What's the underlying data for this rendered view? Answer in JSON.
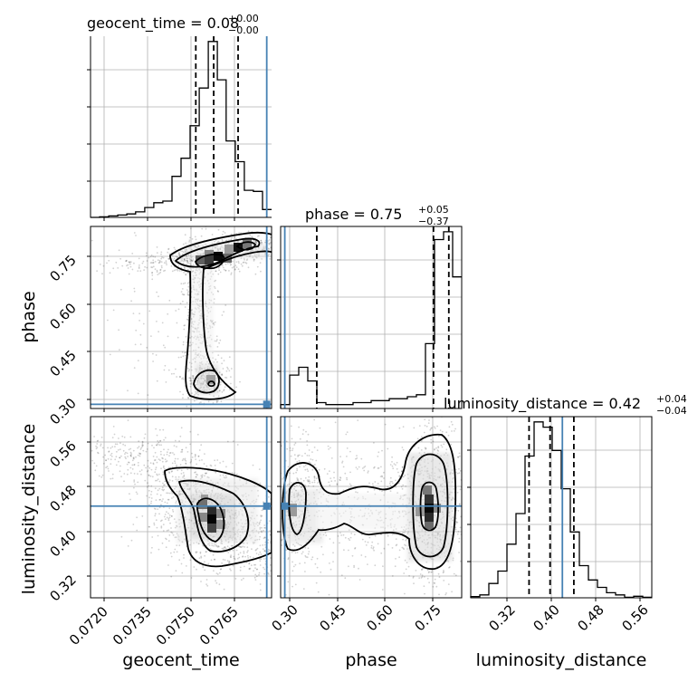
{
  "colors": {
    "truth": "#4682b4",
    "hist": "#000000",
    "grid": "#b0b0b0"
  },
  "chart_data": {
    "type": "corner",
    "parameters": [
      "geocent_time",
      "phase",
      "luminosity_distance"
    ],
    "axis_labels": {
      "geocent_time": "geocent_time",
      "phase": "phase",
      "luminosity_distance": "luminosity_distance"
    },
    "titles": {
      "geocent_time": {
        "main": "geocent_time = 0.08",
        "sup": "+0.00",
        "sub": "−0.00"
      },
      "phase": {
        "main": "phase = 0.75",
        "sup": "+0.05",
        "sub": "−0.37"
      },
      "luminosity_distance": {
        "main": "luminosity_distance = 0.42",
        "sup": "+0.04",
        "sub": "−0.04"
      }
    },
    "ranges": {
      "geocent_time": [
        0.07137,
        0.07775
      ],
      "phase": [
        0.27,
        0.84
      ],
      "luminosity_distance": [
        0.28,
        0.605
      ]
    },
    "ticks": {
      "geocent_time": [
        0.072,
        0.0735,
        0.075,
        0.0765
      ],
      "phase": [
        0.3,
        0.45,
        0.6,
        0.75
      ],
      "luminosity_distance": [
        0.32,
        0.4,
        0.48,
        0.56
      ]
    },
    "tick_labels": {
      "geocent_time": [
        "0.0720",
        "0.0735",
        "0.0750",
        "0.0765"
      ],
      "phase": [
        "0.30",
        "0.45",
        "0.60",
        "0.75"
      ],
      "luminosity_distance": [
        "0.32",
        "0.40",
        "0.48",
        "0.56"
      ]
    },
    "truths": {
      "geocent_time": 0.07758,
      "phase": 0.2831,
      "luminosity_distance": 0.4445
    },
    "quantiles": {
      "geocent_time": [
        0.07508,
        0.07571,
        0.07657
      ],
      "phase": [
        0.3838,
        0.7512,
        0.7995
      ],
      "luminosity_distance": [
        0.3847,
        0.4224,
        0.4651
      ]
    },
    "histograms": {
      "geocent_time": {
        "edges": [
          0.07137,
          0.07169,
          0.07201,
          0.07233,
          0.07265,
          0.07296,
          0.07328,
          0.0736,
          0.07392,
          0.07424,
          0.07456,
          0.07488,
          0.0752,
          0.07552,
          0.07584,
          0.07615,
          0.07647,
          0.07679,
          0.07711,
          0.07743,
          0.07775
        ],
        "counts": [
          0,
          0.3,
          0.8,
          1.3,
          1.9,
          3.1,
          5.5,
          8.2,
          9.1,
          22.9,
          33.0,
          51.2,
          72.2,
          98.2,
          76.8,
          42.7,
          31.1,
          15.1,
          14.5,
          4.4
        ]
      },
      "phase": {
        "edges": [
          0.27,
          0.2985,
          0.327,
          0.3555,
          0.384,
          0.4125,
          0.441,
          0.4695,
          0.498,
          0.5265,
          0.555,
          0.5835,
          0.612,
          0.6405,
          0.669,
          0.6975,
          0.726,
          0.7545,
          0.783,
          0.8115,
          0.84
        ],
        "counts": [
          2,
          17,
          21,
          14,
          3,
          2,
          2,
          2,
          3,
          3,
          4,
          4,
          5,
          5,
          6,
          7,
          33,
          86,
          90,
          67
        ]
      },
      "luminosity_distance": {
        "edges": [
          0.28,
          0.2963,
          0.3125,
          0.3288,
          0.345,
          0.3613,
          0.3775,
          0.3938,
          0.41,
          0.4263,
          0.4425,
          0.4588,
          0.475,
          0.4913,
          0.5075,
          0.5238,
          0.54,
          0.5563,
          0.5725,
          0.5888,
          0.605
        ],
        "counts": [
          0.6,
          1.5,
          7.4,
          13.8,
          27.7,
          43.5,
          73.2,
          90.8,
          88.1,
          76.1,
          56.3,
          34.0,
          16.6,
          9.2,
          5.4,
          2.6,
          1.5,
          0.3,
          0.8,
          0.3
        ]
      }
    },
    "grid": true
  }
}
